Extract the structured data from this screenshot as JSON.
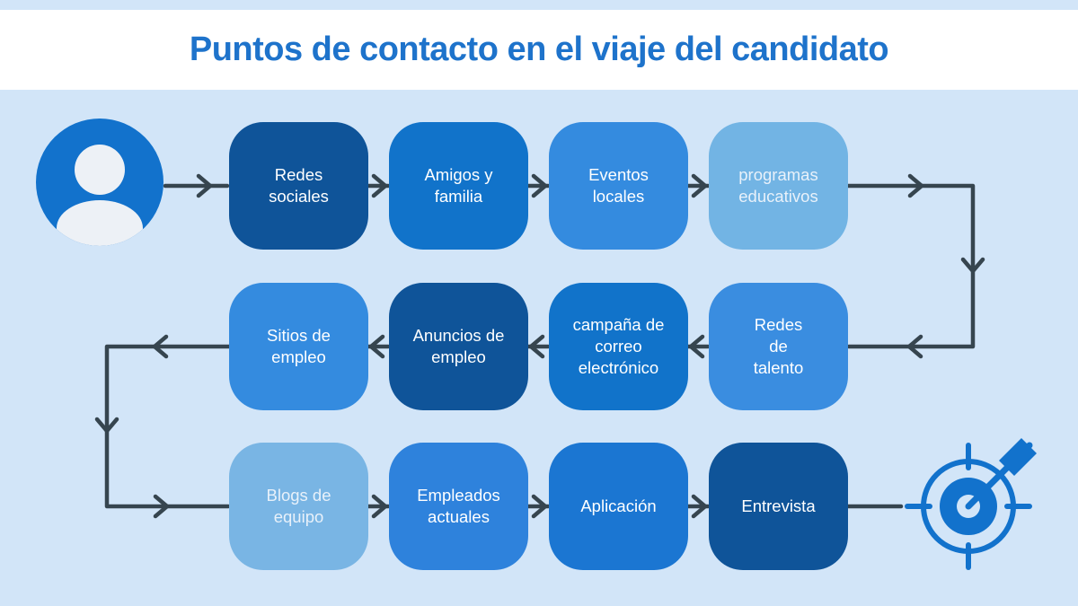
{
  "header": {
    "title": "Puntos de contacto en el viaje del candidato"
  },
  "colors": {
    "page_bg": "#d2e5f8",
    "header_bg": "#ffffff",
    "title_text": "#1e73cb",
    "connector": "#36454f",
    "icon_blue": "#1272cc",
    "avatar_silhouette": "#edf1f6"
  },
  "start_icon": "person-avatar",
  "end_icon": "target-bullseye-with-dart",
  "rows": [
    {
      "direction": "right",
      "boxes": [
        {
          "label": "Redes\nsociales",
          "color": "#0f5499",
          "text": "#ffffff"
        },
        {
          "label": "Amigos y\nfamilia",
          "color": "#1173ca",
          "text": "#ffffff"
        },
        {
          "label": "Eventos\nlocales",
          "color": "#348bdf",
          "text": "#ffffff"
        },
        {
          "label": "programas\neducativos",
          "color": "#72b4e4",
          "text": "#e8f1fa"
        }
      ]
    },
    {
      "direction": "left",
      "boxes": [
        {
          "label": "Sitios de\nempleo",
          "color": "#348bdf",
          "text": "#ffffff"
        },
        {
          "label": "Anuncios de\nempleo",
          "color": "#0f5499",
          "text": "#ffffff"
        },
        {
          "label": "campaña de\ncorreo\nelectrónico",
          "color": "#1173ca",
          "text": "#ffffff"
        },
        {
          "label": "Redes\nde\ntalento",
          "color": "#3a8de0",
          "text": "#ffffff"
        }
      ]
    },
    {
      "direction": "right",
      "boxes": [
        {
          "label": "Blogs de\nequipo",
          "color": "#79b5e4",
          "text": "#e8f1fa"
        },
        {
          "label": "Empleados\nactuales",
          "color": "#2e82dc",
          "text": "#ffffff"
        },
        {
          "label": "Aplicación",
          "color": "#1b76d2",
          "text": "#ffffff"
        },
        {
          "label": "Entrevista",
          "color": "#0f5499",
          "text": "#ffffff"
        }
      ]
    }
  ]
}
